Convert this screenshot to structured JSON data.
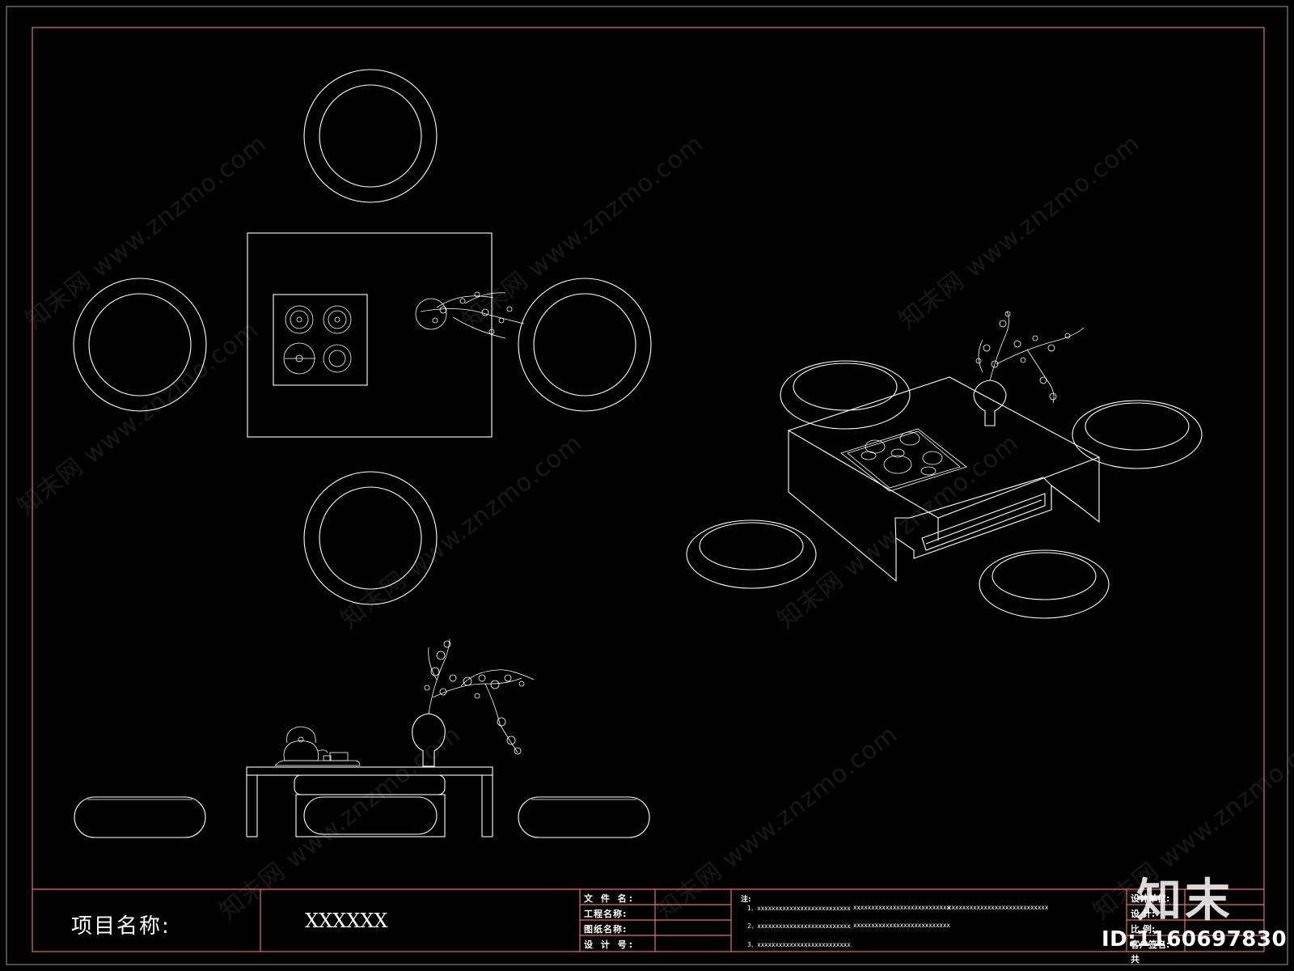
{
  "title_block": {
    "project_label": "项目名称:",
    "project_value": "XXXXXX",
    "file_name_label": "文 件 名:",
    "engineering_name_label": "工程名称:",
    "drawing_name_label": "图纸名称:",
    "design_no_label": "设 计 号:",
    "notes_label": "注:",
    "note_1a": "1、xxxxxxxxxxxxxxxxxxxxxxxxxx",
    "note_1b": "xxxxxxxxxxxxxxxxxxxxxxxxxxx",
    "note_1c": "xxxxxxxxxxxxxxxxxxxxxxxxxxxx",
    "note_2a": "2、xxxxxxxxxxxxxxxxxxxxxxxxxx",
    "note_2b": "xxxxxxxxxxxxxxxxxxxxxxxxxxx",
    "note_3a": "3、xxxxxxxxxxxxxxxxxxxxxxxxxx",
    "right_label_1": "设计单位:",
    "right_label_2": "设 计:",
    "right_label_3": "比 例:",
    "right_label_4": "客户签名:",
    "right_label_5": "共"
  },
  "watermark": {
    "text": "知末网 www.znzmo.com",
    "logo": "知末",
    "id": "ID:1160697830"
  },
  "colors": {
    "background": "#000000",
    "line": "#ffffff",
    "border": "#e0755a"
  }
}
